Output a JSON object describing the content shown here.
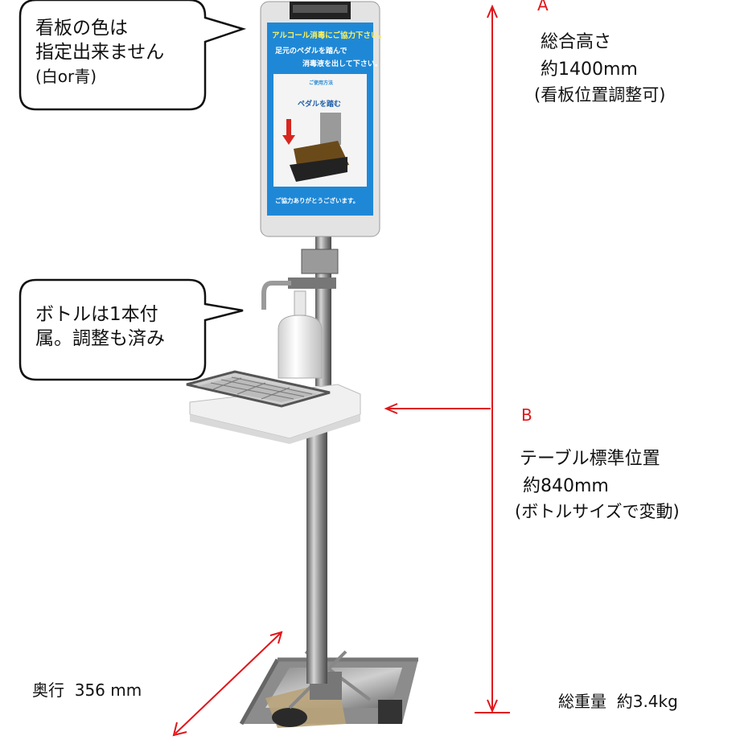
{
  "callouts": {
    "sign_color": {
      "line1": "看板の色は",
      "line2": "指定出来ません",
      "line3": "(白or青)"
    },
    "bottle": {
      "line1": "ボトルは1本付",
      "line2": "属。調整も済み"
    }
  },
  "dimension_a": {
    "letter": "A",
    "line1": "総合高さ",
    "line2": "約1400mm",
    "line3": "(看板位置調整可)"
  },
  "dimension_b": {
    "letter": "B",
    "line1": "テーブル標準位置",
    "line2": "約840mm",
    "line3": "(ボトルサイズで変動)"
  },
  "depth_label": "奥行  356 mm",
  "weight_label": "総重量  約3.4kg",
  "sign": {
    "header": "アルコール消毒にご協力下さい。",
    "instruction1": "足元のペダルを踏んで",
    "instruction2": "消毒液を出して下さい。",
    "method_label": "ご使用方法",
    "step_label": "ペダルを踏む",
    "footer": "ご協力ありがとうございます。"
  },
  "colors": {
    "sign_blue": "#1f88d6",
    "sign_yellow": "#fff35a",
    "dimension_red": "#e0161b",
    "callout_border": "#111111"
  }
}
